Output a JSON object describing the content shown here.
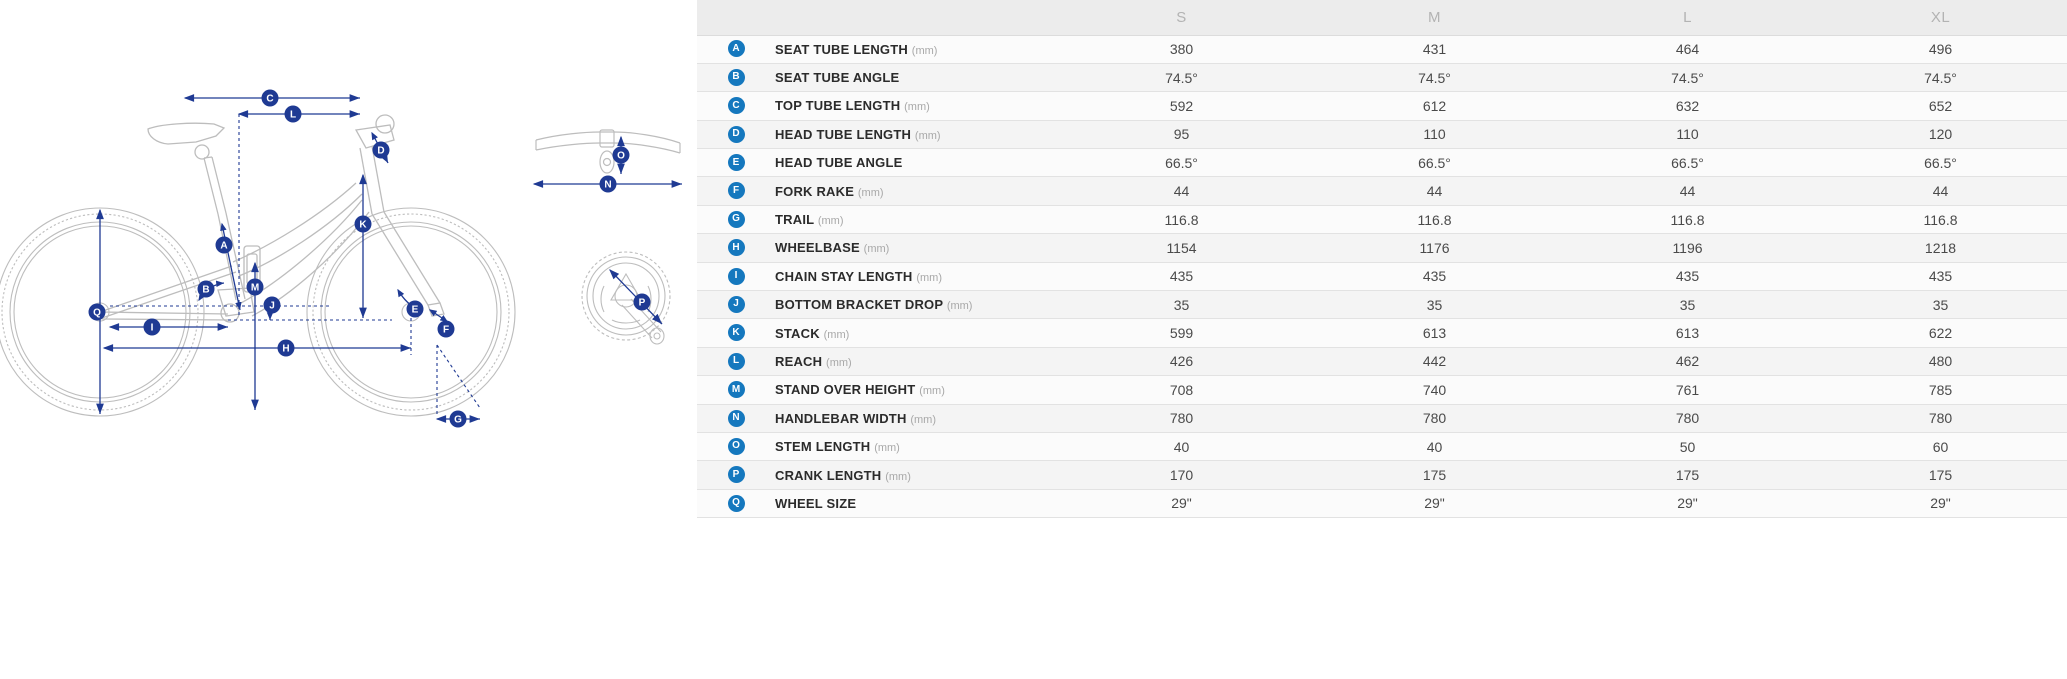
{
  "table": {
    "columns": [
      "S",
      "M",
      "L",
      "XL"
    ],
    "rows": [
      {
        "letter": "A",
        "label": "SEAT TUBE LENGTH",
        "unit": "(mm)",
        "values": [
          "380",
          "431",
          "464",
          "496"
        ]
      },
      {
        "letter": "B",
        "label": "SEAT TUBE ANGLE",
        "unit": "",
        "values": [
          "74.5°",
          "74.5°",
          "74.5°",
          "74.5°"
        ]
      },
      {
        "letter": "C",
        "label": "TOP TUBE LENGTH",
        "unit": "(mm)",
        "values": [
          "592",
          "612",
          "632",
          "652"
        ]
      },
      {
        "letter": "D",
        "label": "HEAD TUBE LENGTH",
        "unit": "(mm)",
        "values": [
          "95",
          "110",
          "110",
          "120"
        ]
      },
      {
        "letter": "E",
        "label": "HEAD TUBE ANGLE",
        "unit": "",
        "values": [
          "66.5°",
          "66.5°",
          "66.5°",
          "66.5°"
        ]
      },
      {
        "letter": "F",
        "label": "FORK RAKE",
        "unit": "(mm)",
        "values": [
          "44",
          "44",
          "44",
          "44"
        ]
      },
      {
        "letter": "G",
        "label": "TRAIL",
        "unit": "(mm)",
        "values": [
          "116.8",
          "116.8",
          "116.8",
          "116.8"
        ]
      },
      {
        "letter": "H",
        "label": "WHEELBASE",
        "unit": "(mm)",
        "values": [
          "1154",
          "1176",
          "1196",
          "1218"
        ]
      },
      {
        "letter": "I",
        "label": "CHAIN STAY LENGTH",
        "unit": "(mm)",
        "values": [
          "435",
          "435",
          "435",
          "435"
        ]
      },
      {
        "letter": "J",
        "label": "BOTTOM BRACKET DROP",
        "unit": "(mm)",
        "values": [
          "35",
          "35",
          "35",
          "35"
        ]
      },
      {
        "letter": "K",
        "label": "STACK",
        "unit": "(mm)",
        "values": [
          "599",
          "613",
          "613",
          "622"
        ]
      },
      {
        "letter": "L",
        "label": "REACH",
        "unit": "(mm)",
        "values": [
          "426",
          "442",
          "462",
          "480"
        ]
      },
      {
        "letter": "M",
        "label": "STAND OVER HEIGHT",
        "unit": "(mm)",
        "values": [
          "708",
          "740",
          "761",
          "785"
        ]
      },
      {
        "letter": "N",
        "label": "HANDLEBAR WIDTH",
        "unit": "(mm)",
        "values": [
          "780",
          "780",
          "780",
          "780"
        ]
      },
      {
        "letter": "O",
        "label": "STEM LENGTH",
        "unit": "(mm)",
        "values": [
          "40",
          "40",
          "50",
          "60"
        ]
      },
      {
        "letter": "P",
        "label": "CRANK LENGTH",
        "unit": "(mm)",
        "values": [
          "170",
          "175",
          "175",
          "175"
        ]
      },
      {
        "letter": "Q",
        "label": "WHEEL SIZE",
        "unit": "",
        "values": [
          "29\"",
          "29\"",
          "29\"",
          "29\""
        ]
      }
    ]
  },
  "diagram": {
    "measurement_markers": [
      "A",
      "B",
      "C",
      "D",
      "E",
      "F",
      "G",
      "H",
      "I",
      "J",
      "K",
      "L",
      "M",
      "N",
      "O",
      "P",
      "Q"
    ],
    "views": {
      "side": "bicycle-side-view",
      "handlebar": "handlebar-top-view",
      "crankset": "crankset-view"
    }
  },
  "colors": {
    "badge_blue": "#1578be",
    "arrow_navy": "#1f3a93",
    "outline_gray": "#b5b5b5",
    "header_bg": "#ececec",
    "row_odd": "#fbfbfb",
    "row_even": "#f4f4f4"
  }
}
